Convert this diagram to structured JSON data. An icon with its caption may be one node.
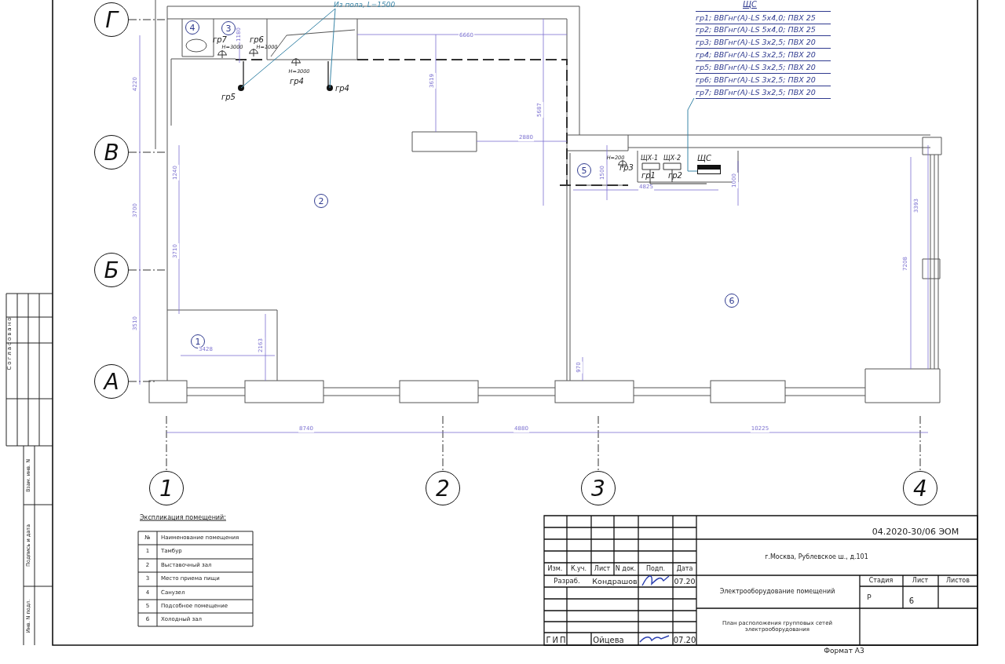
{
  "diagram": {
    "nodes": [
      {
        "text": [
          "Из пола, L=1500"
        ]
      },
      {
        "text": [
          "гр5"
        ]
      },
      {
        "text": [
          "гр4"
        ]
      },
      {
        "text": [
          "ЩС",
          "гр1; ВВГнг(А)-LS 5x4,0; ПВХ 25",
          "гр2; ВВГнг(А)-LS 5x4,0; ПВХ 25",
          "гр3; ВВГнг(А)-LS 3x2,5; ПВХ 20",
          "гр4; ВВГнг(А)-LS 3x2,5; ПВХ 20",
          "гр5; ВВГнг(А)-LS 3x2,5; ПВХ 20",
          "гр6; ВВГнг(А)-LS 3x2,5; ПВХ 20",
          "гр7; ВВГнг(А)-LS 3x2,5; ПВХ 20"
        ]
      },
      {
        "text": [
          "ЩС"
        ]
      },
      {
        "text": [
          "Г"
        ]
      },
      {
        "text": [
          "4"
        ]
      },
      {
        "text": [
          "3"
        ]
      },
      {
        "text": [
          "В"
        ]
      },
      {
        "text": [
          "5"
        ]
      },
      {
        "text": [
          "2"
        ]
      },
      {
        "text": [
          "Б"
        ]
      },
      {
        "text": [
          "6"
        ]
      },
      {
        "text": [
          "1"
        ]
      },
      {
        "text": [
          "А"
        ]
      },
      {
        "text": [
          "1"
        ]
      },
      {
        "text": [
          "2"
        ]
      },
      {
        "text": [
          "3"
        ]
      },
      {
        "text": [
          "4"
        ]
      }
    ],
    "edges": [
      {
        "from": 0,
        "to": 1,
        "arrow": "none"
      },
      {
        "from": 0,
        "to": 2,
        "arrow": "none"
      },
      {
        "from": 3,
        "to": 4,
        "arrow": "none"
      }
    ],
    "labels": [
      "гр7",
      "H=3000",
      "гр6",
      "H=1000",
      "H=3000",
      "гр4",
      "H=200",
      "гр3",
      "ЩХ-1",
      "ЩХ-2",
      "гр1",
      "гр2",
      "4220",
      "1180",
      "6660",
      "3619",
      "5687",
      "2880",
      "1240",
      "3700",
      "3710",
      "3510",
      "3428",
      "2163",
      "1500",
      "4825",
      "1000",
      "3393",
      "7208",
      "970",
      "8740",
      "4880",
      "10225",
      "Экспликация помещений:",
      "№",
      "Наименование помещения",
      "1",
      "Тамбур",
      "2",
      "Выставочный зал",
      "3",
      "Место приема пищи",
      "4",
      "Санузел",
      "5",
      "Подсобное помещение",
      "6",
      "Холодный зал",
      "Изм.",
      "К.уч.",
      "Лист",
      "N док.",
      "Подп.",
      "Дата",
      "Разраб.",
      "Кондрашов",
      "07.20",
      "ГИП",
      "Ойцева",
      "07.20",
      "04.2020-30/06 ЭОМ",
      "г.Москва, Рублевское ш., д.101",
      "Электрооборудование помещений",
      "Стадия",
      "Лист",
      "Листов",
      "Р",
      "6",
      "План расположения групповых сетей электрооборудования",
      "Формат А3",
      "Согласовано",
      "Взам. инв. N",
      "Подпись и дата",
      "Инв. N подл."
    ]
  }
}
